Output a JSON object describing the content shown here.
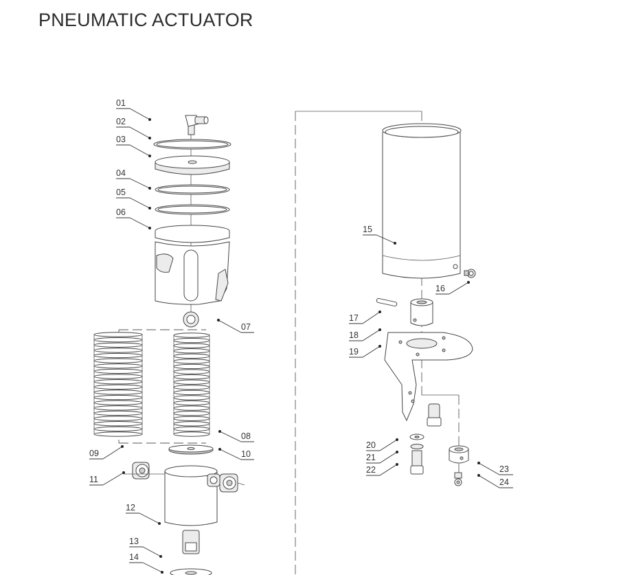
{
  "title": "PNEUMATIC ACTUATOR",
  "callouts": [
    "01",
    "02",
    "03",
    "04",
    "05",
    "06",
    "07",
    "08",
    "09",
    "10",
    "11",
    "12",
    "13",
    "14",
    "15",
    "16",
    "17",
    "18",
    "19",
    "20",
    "21",
    "22",
    "23",
    "24"
  ]
}
